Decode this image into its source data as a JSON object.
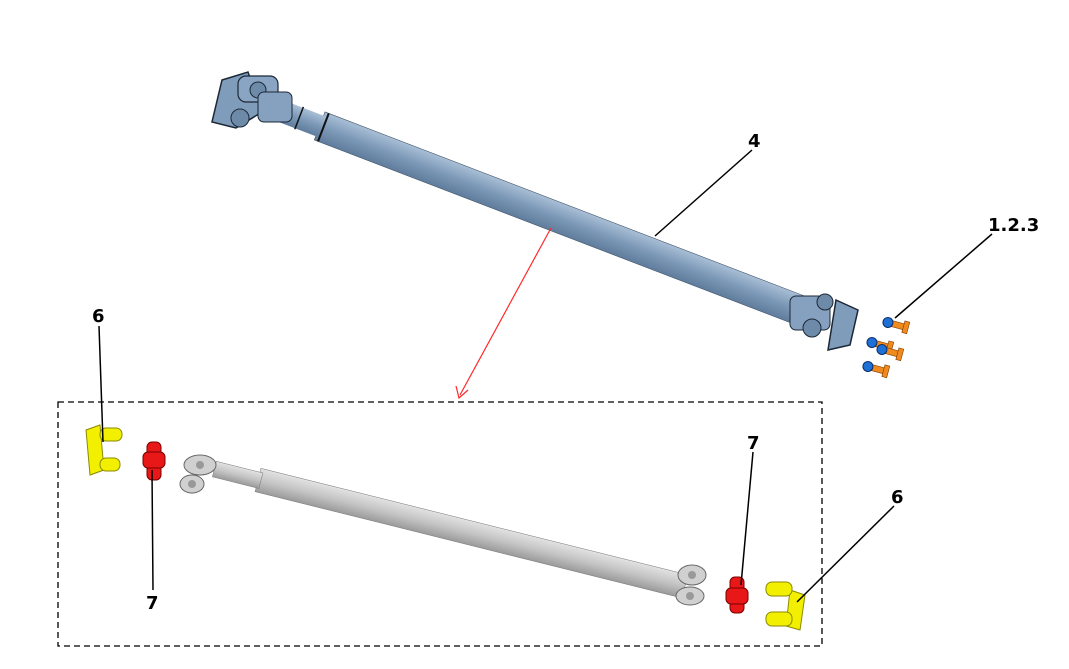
{
  "labels": {
    "shaft_assembly": "4",
    "bolts": "1.2.3",
    "yoke_left": "6",
    "cross_left": "7",
    "cross_right": "7",
    "yoke_right": "6"
  },
  "colors": {
    "shaft_assembly": "#7d99b8",
    "shaft_bare": "#c4c4c4",
    "yoke": "#f2f000",
    "cross_kit": "#e81818",
    "bolt": "#f08a1e",
    "nut": "#1e6fd6",
    "detail_arrow": "#ff2a2a"
  }
}
